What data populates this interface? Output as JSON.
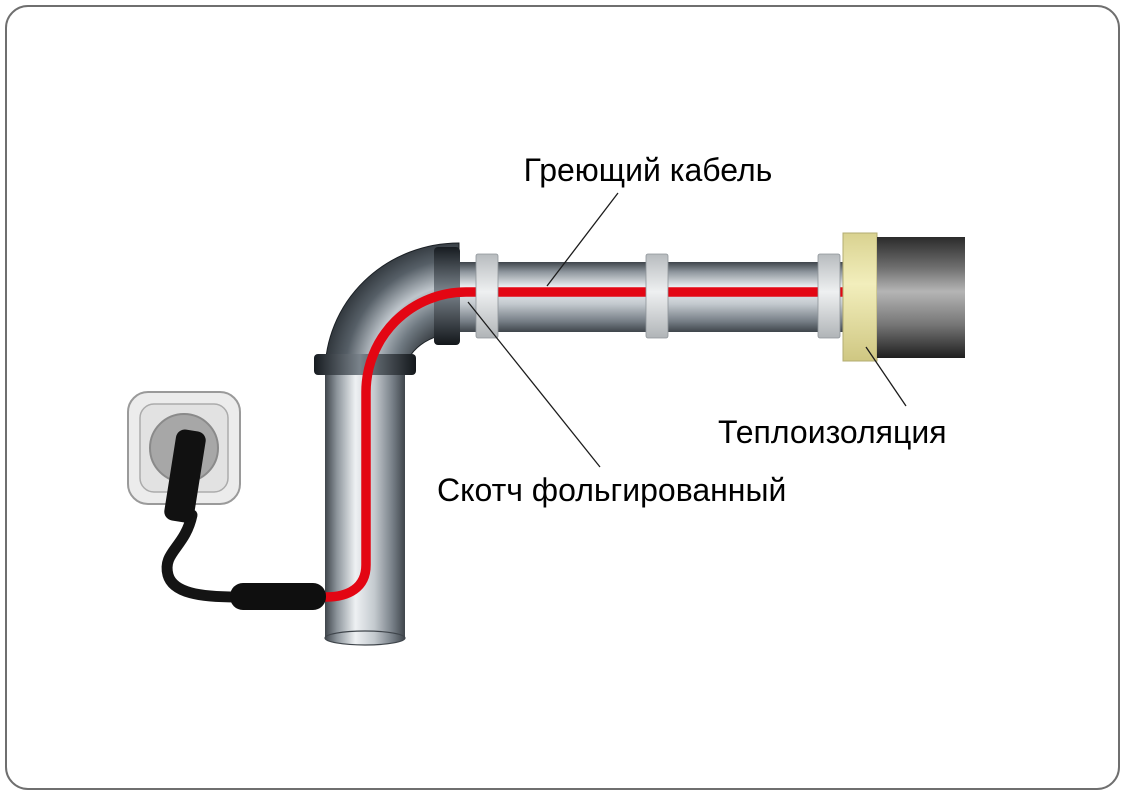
{
  "figure": {
    "labels": {
      "heating_cable": "Греющий кабель",
      "foil_tape": "Скотч фольгированный",
      "thermal_insulation": "Теплоизоляция"
    },
    "colors": {
      "background": "#ffffff",
      "border": "#6f6f6f",
      "cable_red": "#e30613",
      "pipe_highlight": "#eef1f3",
      "pipe_shadow": "#3f454b",
      "tape_gray": "#e6e8e9",
      "insulation_ring_yellow": "#ebe5a0",
      "insulation_body_gray": "#6e6e6e",
      "cord_black": "#141414",
      "socket_gray": "#ececec",
      "label_text": "#000000"
    }
  }
}
